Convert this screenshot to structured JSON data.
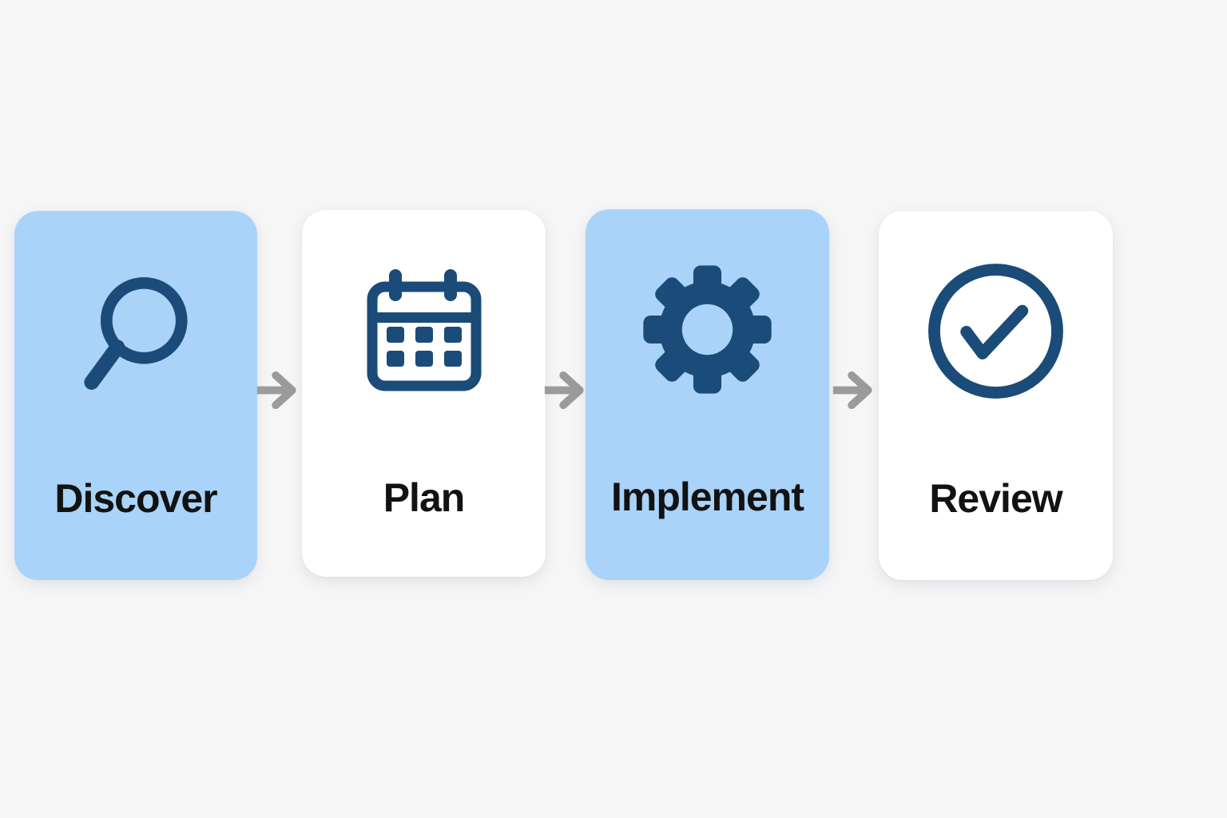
{
  "diagram": {
    "type": "process-flow",
    "steps": [
      {
        "label": "Discover",
        "icon": "search-icon",
        "highlighted": true,
        "card_color": "#a9d3f8"
      },
      {
        "label": "Plan",
        "icon": "calendar-icon",
        "highlighted": false,
        "card_color": "#ffffff"
      },
      {
        "label": "Implement",
        "icon": "gear-icon",
        "highlighted": true,
        "card_color": "#a9d3f8"
      },
      {
        "label": "Review",
        "icon": "check-circle-icon",
        "highlighted": false,
        "card_color": "#ffffff"
      }
    ],
    "connector_icon": "arrow-right-icon",
    "colors": {
      "background": "#f6f6f7",
      "card_highlight": "#a9d3f8",
      "card_default": "#ffffff",
      "icon": "#1b4b78",
      "arrow": "#9b9b9b",
      "label": "#121212"
    }
  }
}
